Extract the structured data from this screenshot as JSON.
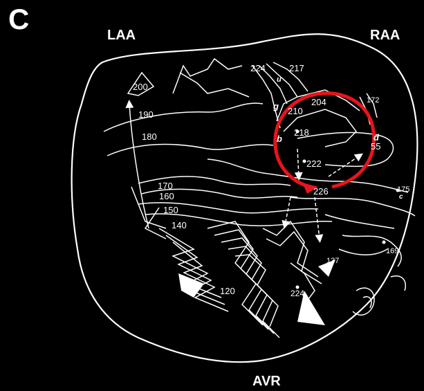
{
  "panel_letter": "C",
  "regions": {
    "laa": "LAA",
    "raa": "RAA",
    "avr": "AVR"
  },
  "contour_labels": [
    {
      "id": "t200",
      "text": "200"
    },
    {
      "id": "t190",
      "text": "190"
    },
    {
      "id": "t180",
      "text": "180"
    },
    {
      "id": "t170",
      "text": "170"
    },
    {
      "id": "t160",
      "text": "160"
    },
    {
      "id": "t150",
      "text": "150"
    },
    {
      "id": "t140",
      "text": "140"
    },
    {
      "id": "t120",
      "text": "120"
    },
    {
      "id": "t224top",
      "text": "224"
    },
    {
      "id": "t217",
      "text": "217"
    },
    {
      "id": "t210",
      "text": "210"
    },
    {
      "id": "t204",
      "text": "204"
    },
    {
      "id": "t172",
      "text": "172"
    },
    {
      "id": "t218",
      "text": "218"
    },
    {
      "id": "t55",
      "text": "55"
    },
    {
      "id": "t222",
      "text": "222"
    },
    {
      "id": "t226",
      "text": "226"
    },
    {
      "id": "t175",
      "text": "175"
    },
    {
      "id": "t169",
      "text": "169"
    },
    {
      "id": "t224low",
      "text": "224"
    },
    {
      "id": "t137",
      "text": "137"
    }
  ],
  "small_letters": {
    "g": "g",
    "b": "b",
    "d": "d",
    "c": "c",
    "u": "u"
  },
  "colors": {
    "background": "#000000",
    "lines": "#ffffff",
    "reentry_circle": "#e8141c"
  }
}
